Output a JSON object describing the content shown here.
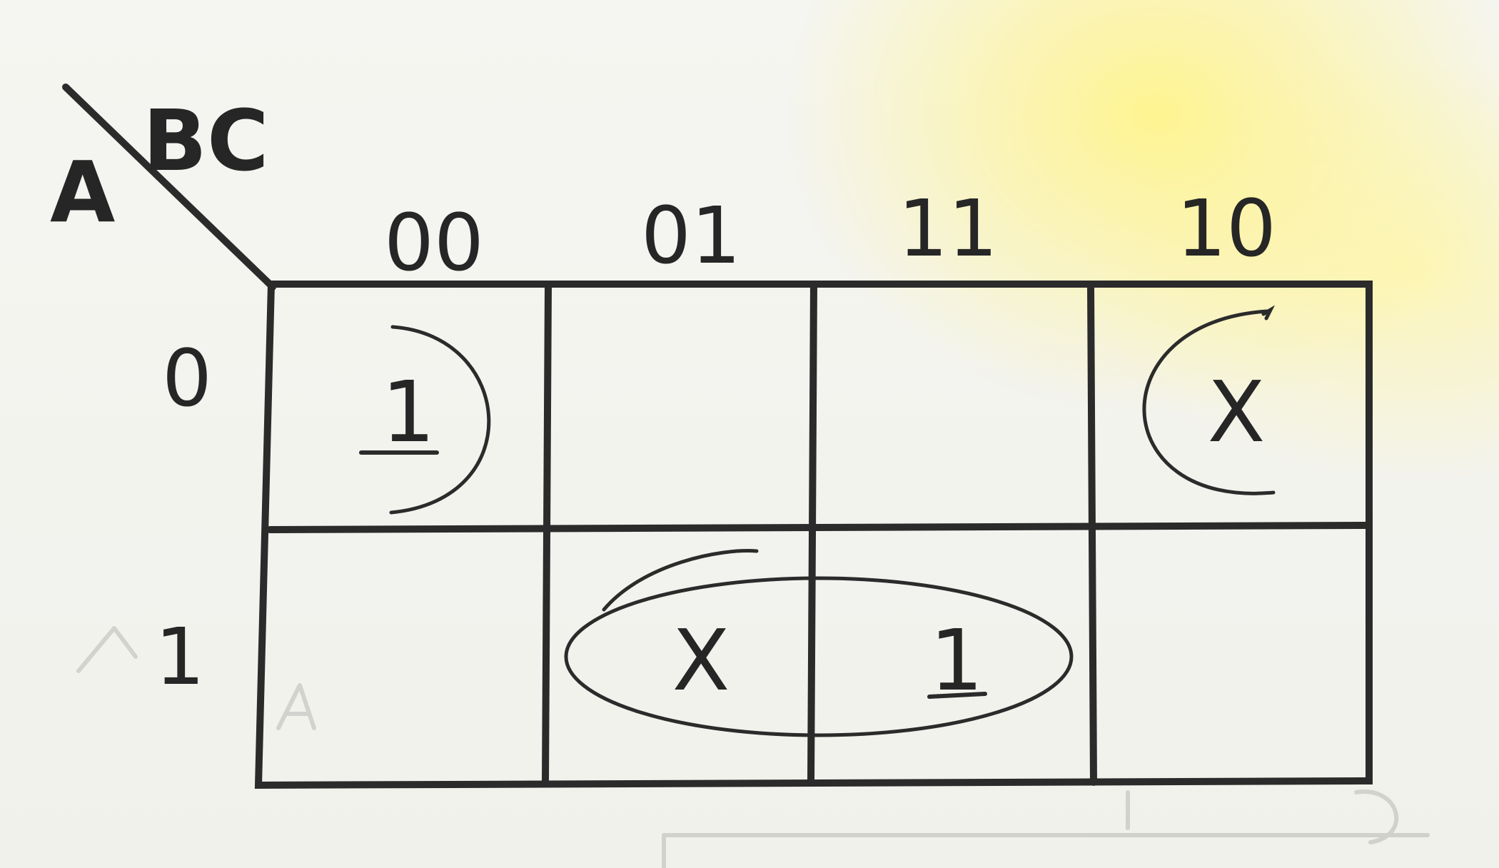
{
  "kmap": {
    "corner": {
      "row_variable": "A",
      "column_variables": "BC"
    },
    "column_headers": [
      "00",
      "01",
      "11",
      "10"
    ],
    "row_headers": [
      "0",
      "1"
    ],
    "cells": [
      [
        "1",
        "",
        "",
        "X"
      ],
      [
        "",
        "X",
        "1",
        ""
      ]
    ]
  }
}
